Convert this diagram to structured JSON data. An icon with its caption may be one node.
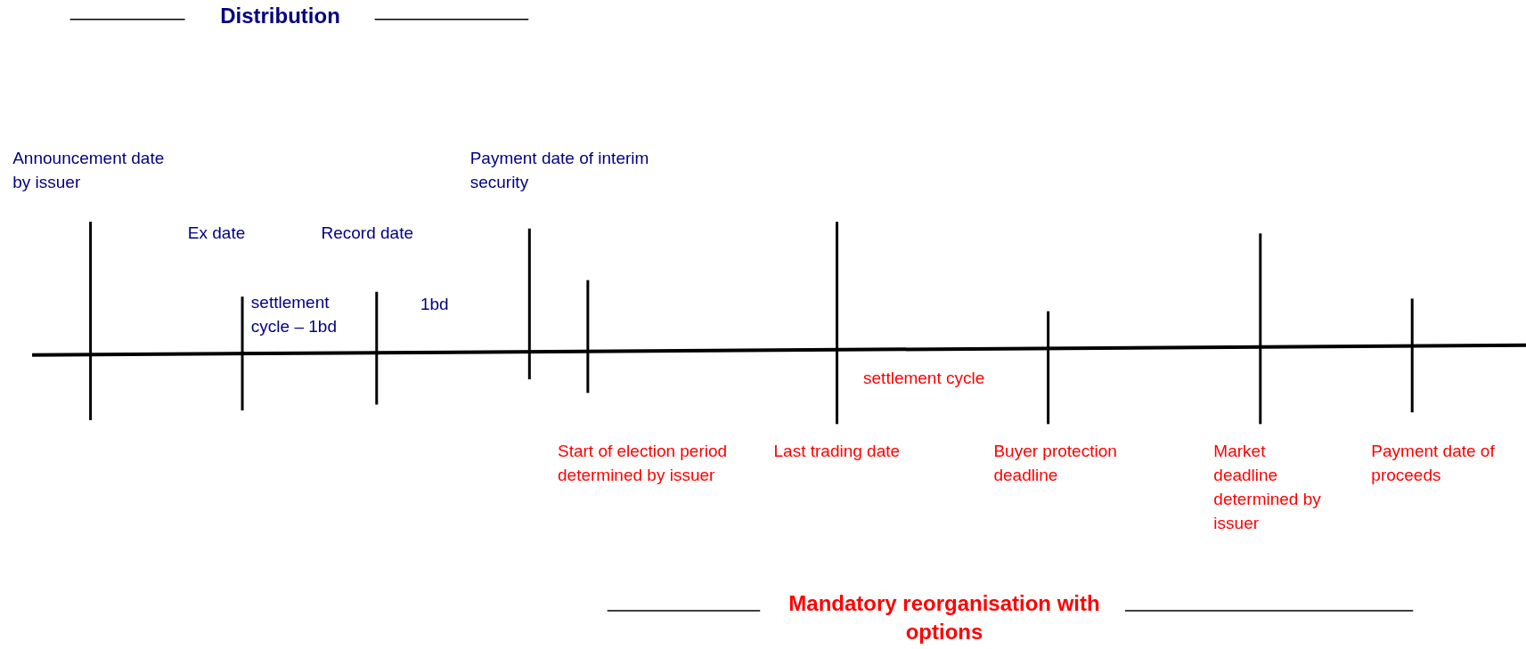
{
  "diagram": {
    "title": "Distribution",
    "labels": [
      "Announcement date by issuer",
      "Payment date of interim security",
      "Ex date",
      "Record date",
      "settlement cycle – 1bd",
      "1bd",
      "settlement cycle",
      "Start of election period determined by issuer",
      "Last trading date",
      "Buyer protection deadline",
      "Market deadline determined by issuer",
      "Payment date of proceeds",
      "Mandatory reorganisation with options"
    ]
  }
}
